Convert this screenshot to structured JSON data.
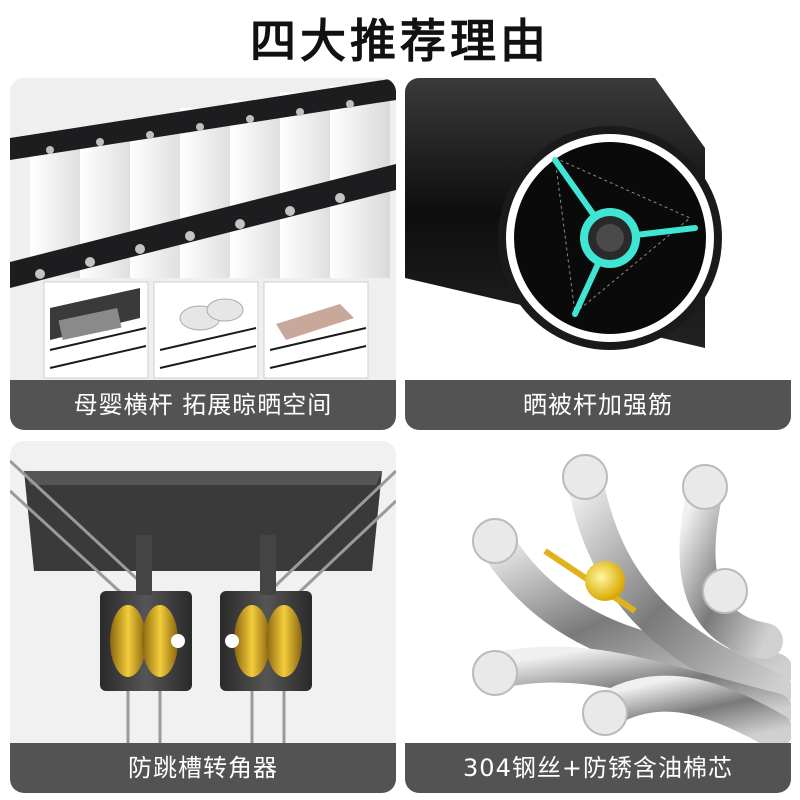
{
  "title": "四大推荐理由",
  "panels": [
    {
      "caption": "母婴横杆 拓展晾晒空间"
    },
    {
      "caption": "晒被杆加强筋"
    },
    {
      "caption": "防跳槽转角器"
    },
    {
      "caption": "304钢丝+防锈含油棉芯"
    }
  ],
  "colors": {
    "caption_bg": "#535353",
    "accent_cyan": "#3fe6d4",
    "gold": "#e0b21c",
    "rack_black": "#1d1d1f"
  }
}
